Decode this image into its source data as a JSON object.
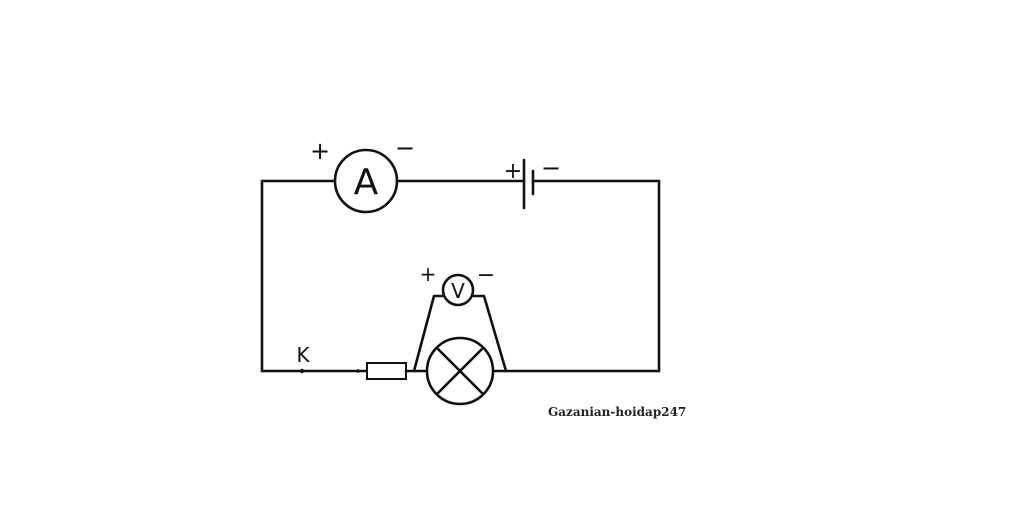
{
  "ammeter": {
    "symbol": "A",
    "plus": "+",
    "minus": "−"
  },
  "battery": {
    "plus": "+",
    "minus": "−"
  },
  "voltmeter": {
    "symbol": "V",
    "plus": "+",
    "minus": "−"
  },
  "switch": {
    "label": "K"
  },
  "watermark": "Gazanian-hoidap247"
}
